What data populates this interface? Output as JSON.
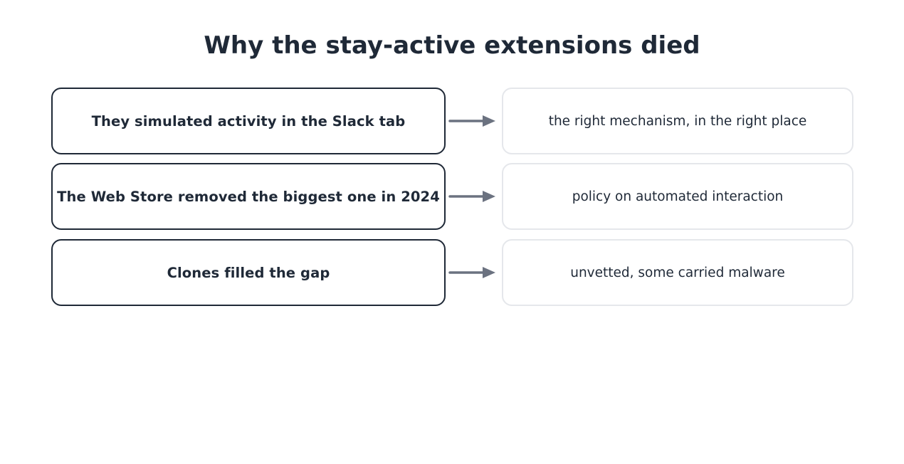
{
  "title": "Why the stay-active extensions died",
  "rows": [
    {
      "cause": "They simulated activity in the Slack tab",
      "effect": "the right mechanism, in the right place"
    },
    {
      "cause": "The Web Store removed the biggest one in 2024",
      "effect": "policy on automated interaction"
    },
    {
      "cause": "Clones filled the gap",
      "effect": "unvetted, some carried malware"
    }
  ],
  "colors": {
    "cause_border": "#1f2937",
    "effect_border": "#e5e7eb",
    "arrow": "#6b7280",
    "text": "#1f2937"
  },
  "icons": {
    "connector": "arrow-right-icon"
  }
}
